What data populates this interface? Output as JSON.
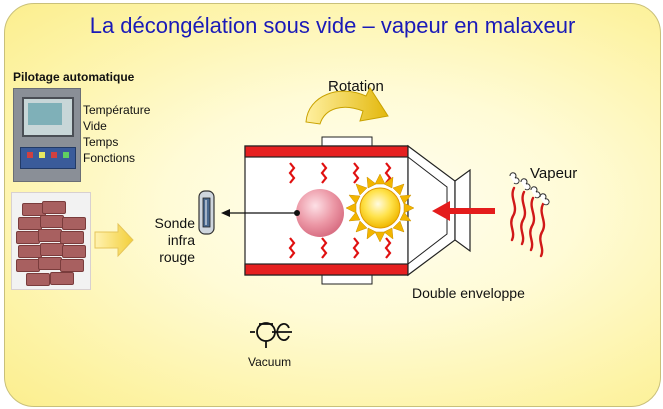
{
  "title": "La décongélation sous vide – vapeur en malaxeur",
  "pilotage": {
    "title": "Pilotage automatique",
    "items": [
      "Température",
      "Vide",
      "Temps",
      "Fonctions"
    ]
  },
  "labels": {
    "rotation": "Rotation",
    "vapeur": "Vapeur",
    "sonde": [
      "Sonde",
      "infra",
      "rouge"
    ],
    "double_enveloppe": "Double enveloppe",
    "vacuum": "Vacuum"
  },
  "colors": {
    "title": "#1a1ab8",
    "wall": "#e02020",
    "heat_wave": "#e01010",
    "sun": "#ffd21a",
    "food_ball": "#e8909c",
    "arrow_in": "#f0d050",
    "rotation_arrow": "#e6c21a"
  },
  "icons": [
    "rotation-arrow-icon",
    "steam-icon",
    "sun-icon",
    "infrared-probe-icon",
    "vacuum-pump-icon",
    "control-panel-icon"
  ]
}
